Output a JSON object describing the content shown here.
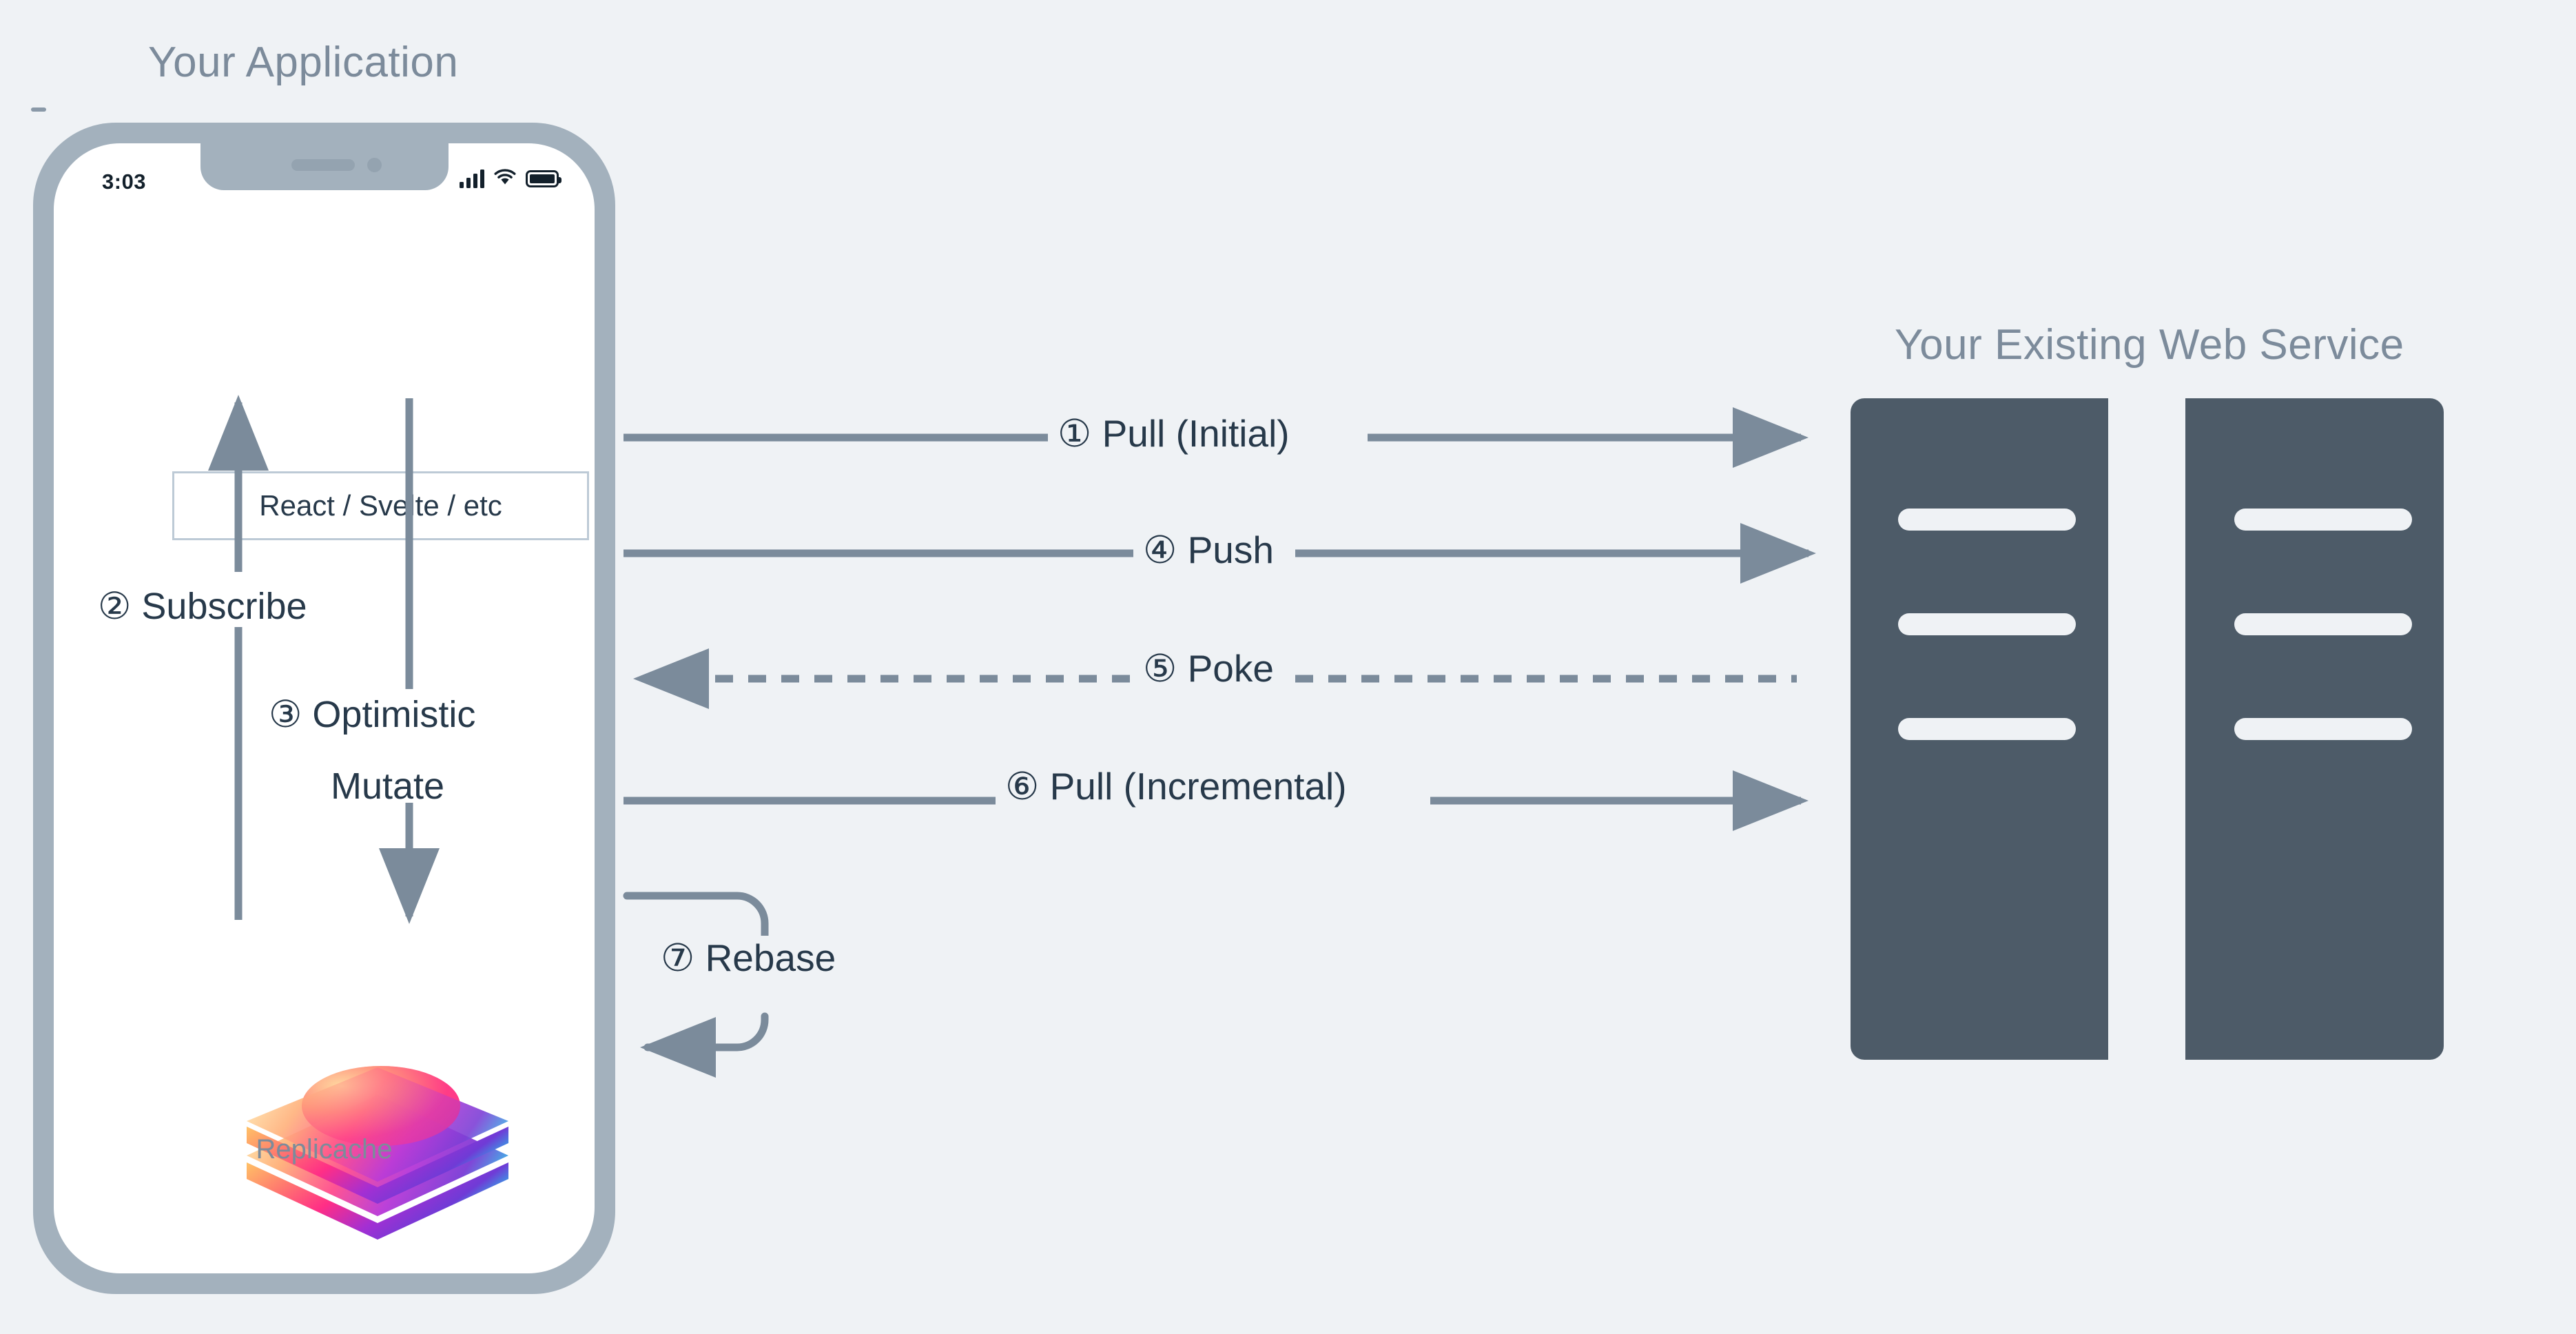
{
  "background_color": "#eff2f5",
  "colors": {
    "page_bg": "#eff2f5",
    "title_text": "#7c8b9b",
    "label_text": "#27394a",
    "arrow": "#7b8b9b",
    "phone_frame": "#a3b1bd",
    "phone_screen": "#ffffff",
    "framework_border": "#bdcad6",
    "server_panel": "#4d5b68",
    "server_line": "#eff2f5"
  },
  "app": {
    "title": "Your Application",
    "status_bar": {
      "time": "3:03",
      "signal_icon": "cellular-signal-icon",
      "wifi_icon": "wifi-icon",
      "battery_icon": "battery-full-icon"
    },
    "framework_box_label": "React / Svelte / etc",
    "logo": {
      "name": "replicache-logo",
      "caption": "Replicache",
      "gradient_stops": [
        "#ffd27f",
        "#ff9a6e",
        "#ff4d8d",
        "#c13ad6",
        "#7b3fd4",
        "#31c9e8"
      ]
    }
  },
  "service": {
    "title": "Your Existing Web Service",
    "panels": [
      {
        "name": "server-panel-left",
        "rows": 3
      },
      {
        "name": "server-panel-right",
        "rows": 3
      }
    ]
  },
  "internal_flows": [
    {
      "id": 2,
      "marker": "②",
      "label": "② Subscribe",
      "direction": "up",
      "from": "replicache",
      "to": "framework"
    },
    {
      "id": 3,
      "marker": "③",
      "label_line1": "③ Optimistic",
      "label_line2": "Mutate",
      "direction": "down",
      "from": "framework",
      "to": "replicache"
    }
  ],
  "network_flows": [
    {
      "id": 1,
      "marker": "①",
      "label": "① Pull (Initial)",
      "direction": "right",
      "style": "solid"
    },
    {
      "id": 4,
      "marker": "④",
      "label": "④ Push",
      "direction": "right",
      "style": "solid"
    },
    {
      "id": 5,
      "marker": "⑤",
      "label": "⑤ Poke",
      "direction": "left",
      "style": "dashed"
    },
    {
      "id": 6,
      "marker": "⑥",
      "label": "⑥ Pull (Incremental)",
      "direction": "right",
      "style": "solid"
    },
    {
      "id": 7,
      "marker": "⑦",
      "label": "⑦ Rebase",
      "direction": "loop",
      "style": "solid"
    }
  ]
}
